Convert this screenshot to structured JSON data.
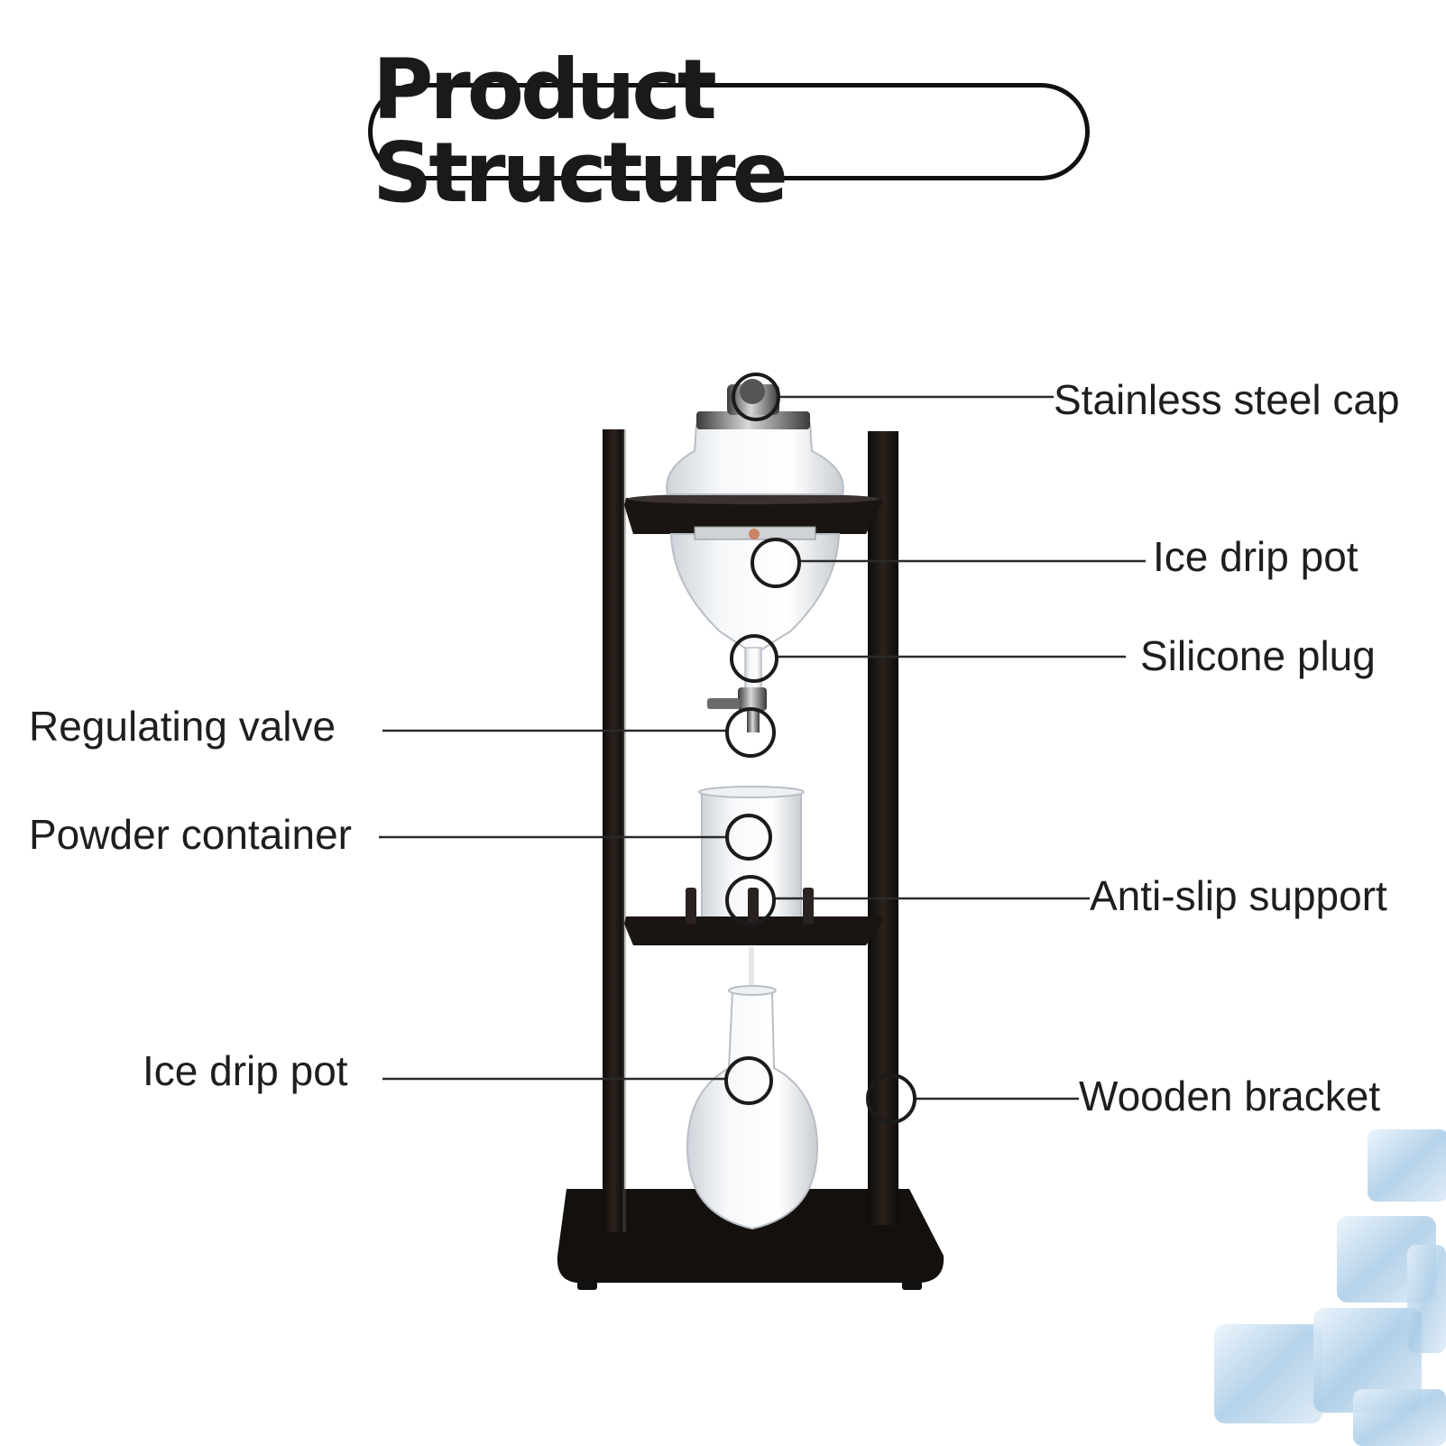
{
  "title": "Product Structure",
  "labels": {
    "stainless_steel_cap": "Stainless steel cap",
    "ice_drip_pot_top": "Ice drip pot",
    "silicone_plug": "Silicone plug",
    "regulating_valve": "Regulating valve",
    "powder_container": "Powder container",
    "anti_slip_support": "Anti-slip support",
    "ice_drip_pot_bottom": "Ice drip pot",
    "wooden_bracket": "Wooden bracket"
  },
  "colors": {
    "frame": "#1b1512",
    "line": "#2a2a2a",
    "glass": "#d9dde2",
    "ice": "#a8c8e8"
  }
}
